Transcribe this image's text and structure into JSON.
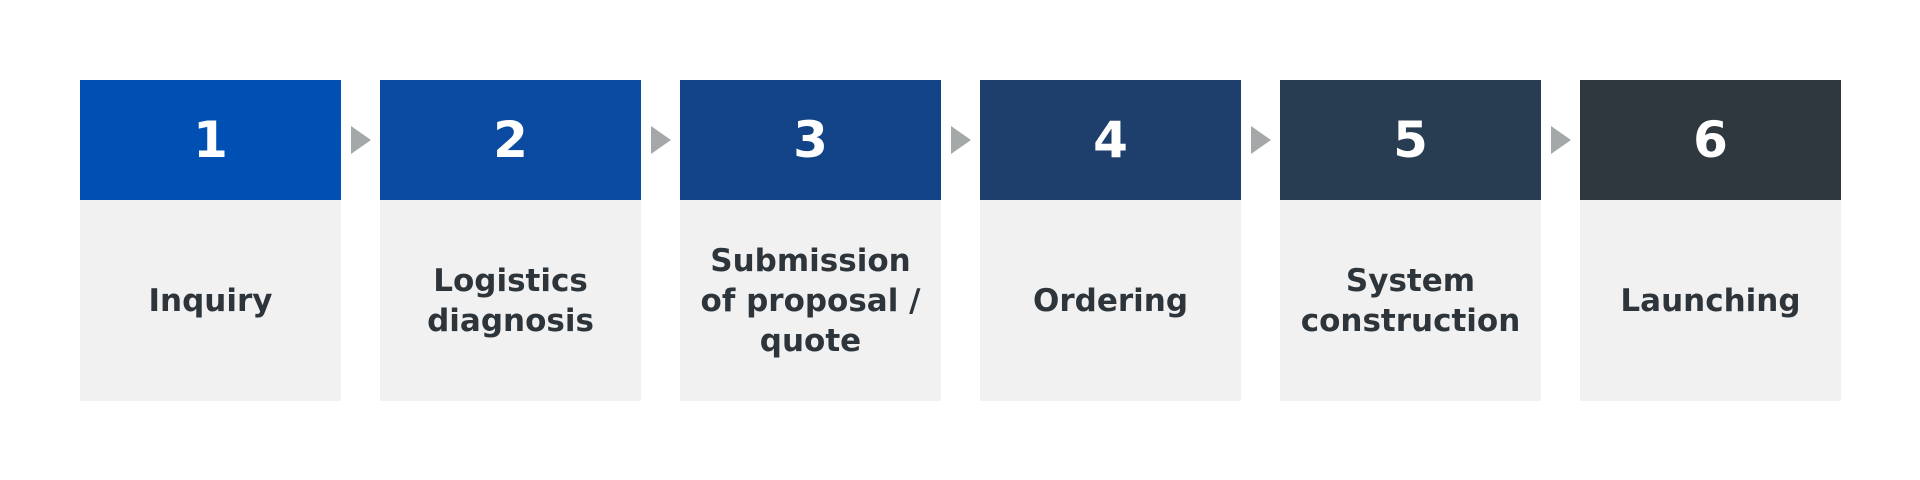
{
  "colors": {
    "step_1": "#0050b4",
    "step_2": "#0a4aa0",
    "step_3": "#124387",
    "step_4": "#1e3e6c",
    "step_5": "#283c52",
    "step_6": "#2f383e",
    "body_background": "#f1f1f1",
    "label_text": "#2d353b",
    "arrow": "#a5a8a9"
  },
  "steps": [
    {
      "number": "1",
      "label": "Inquiry"
    },
    {
      "number": "2",
      "label": "Logistics\ndiagnosis"
    },
    {
      "number": "3",
      "label": "Submission\nof proposal /\nquote"
    },
    {
      "number": "4",
      "label": "Ordering"
    },
    {
      "number": "5",
      "label": "System\nconstruction"
    },
    {
      "number": "6",
      "label": "Launching"
    }
  ]
}
